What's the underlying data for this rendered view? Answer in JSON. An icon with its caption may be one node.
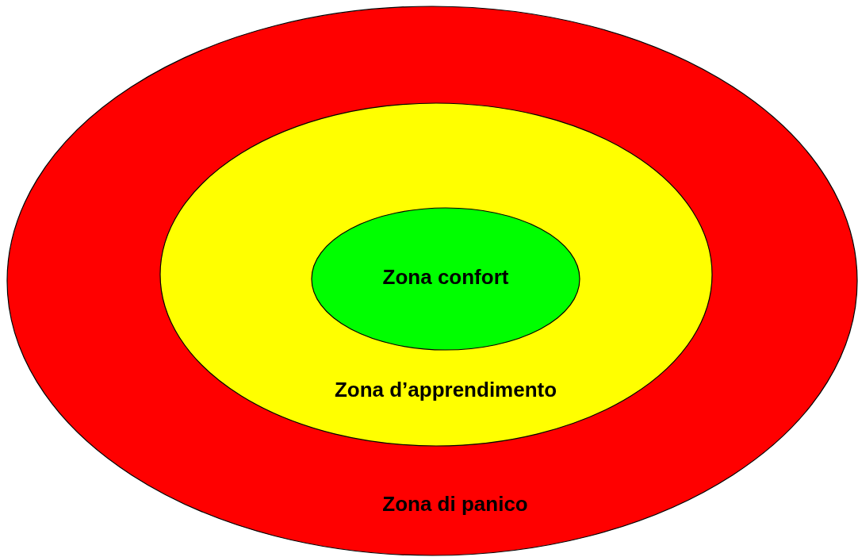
{
  "diagram": {
    "nodes": [
      {
        "text": [
          "Zona di panico"
        ]
      },
      {
        "text": [
          "Zona d’apprendimento"
        ],
        "in": 0
      },
      {
        "text": [
          "Zona confort"
        ],
        "in": 1
      }
    ]
  }
}
